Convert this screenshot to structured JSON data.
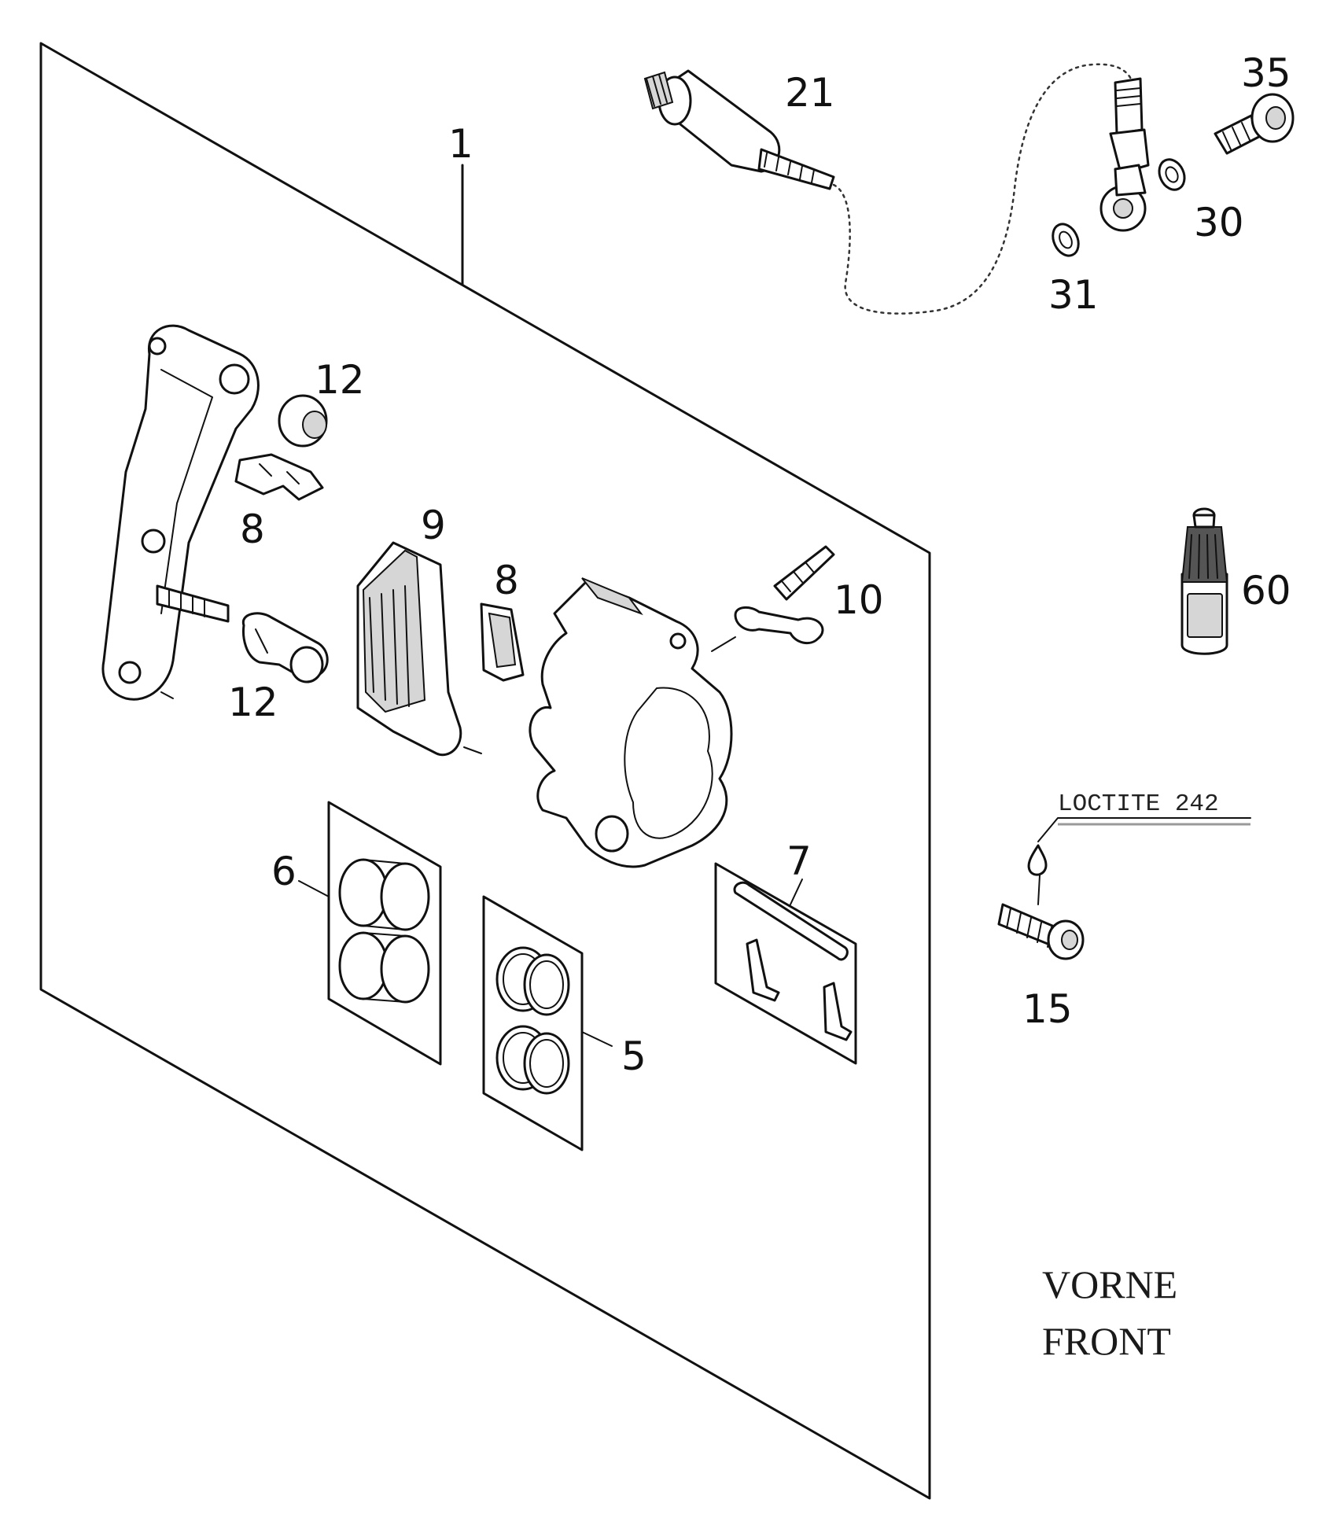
{
  "callouts": {
    "c1": "1",
    "c5": "5",
    "c6": "6",
    "c7": "7",
    "c8a": "8",
    "c8b": "8",
    "c9": "9",
    "c10": "10",
    "c12a": "12",
    "c12b": "12",
    "c15": "15",
    "c21": "21",
    "c30": "30",
    "c31": "31",
    "c35": "35",
    "c60": "60"
  },
  "note": {
    "loctite": "LOCTITE 242"
  },
  "region": {
    "line1": "VORNE",
    "line2": "FRONT"
  }
}
